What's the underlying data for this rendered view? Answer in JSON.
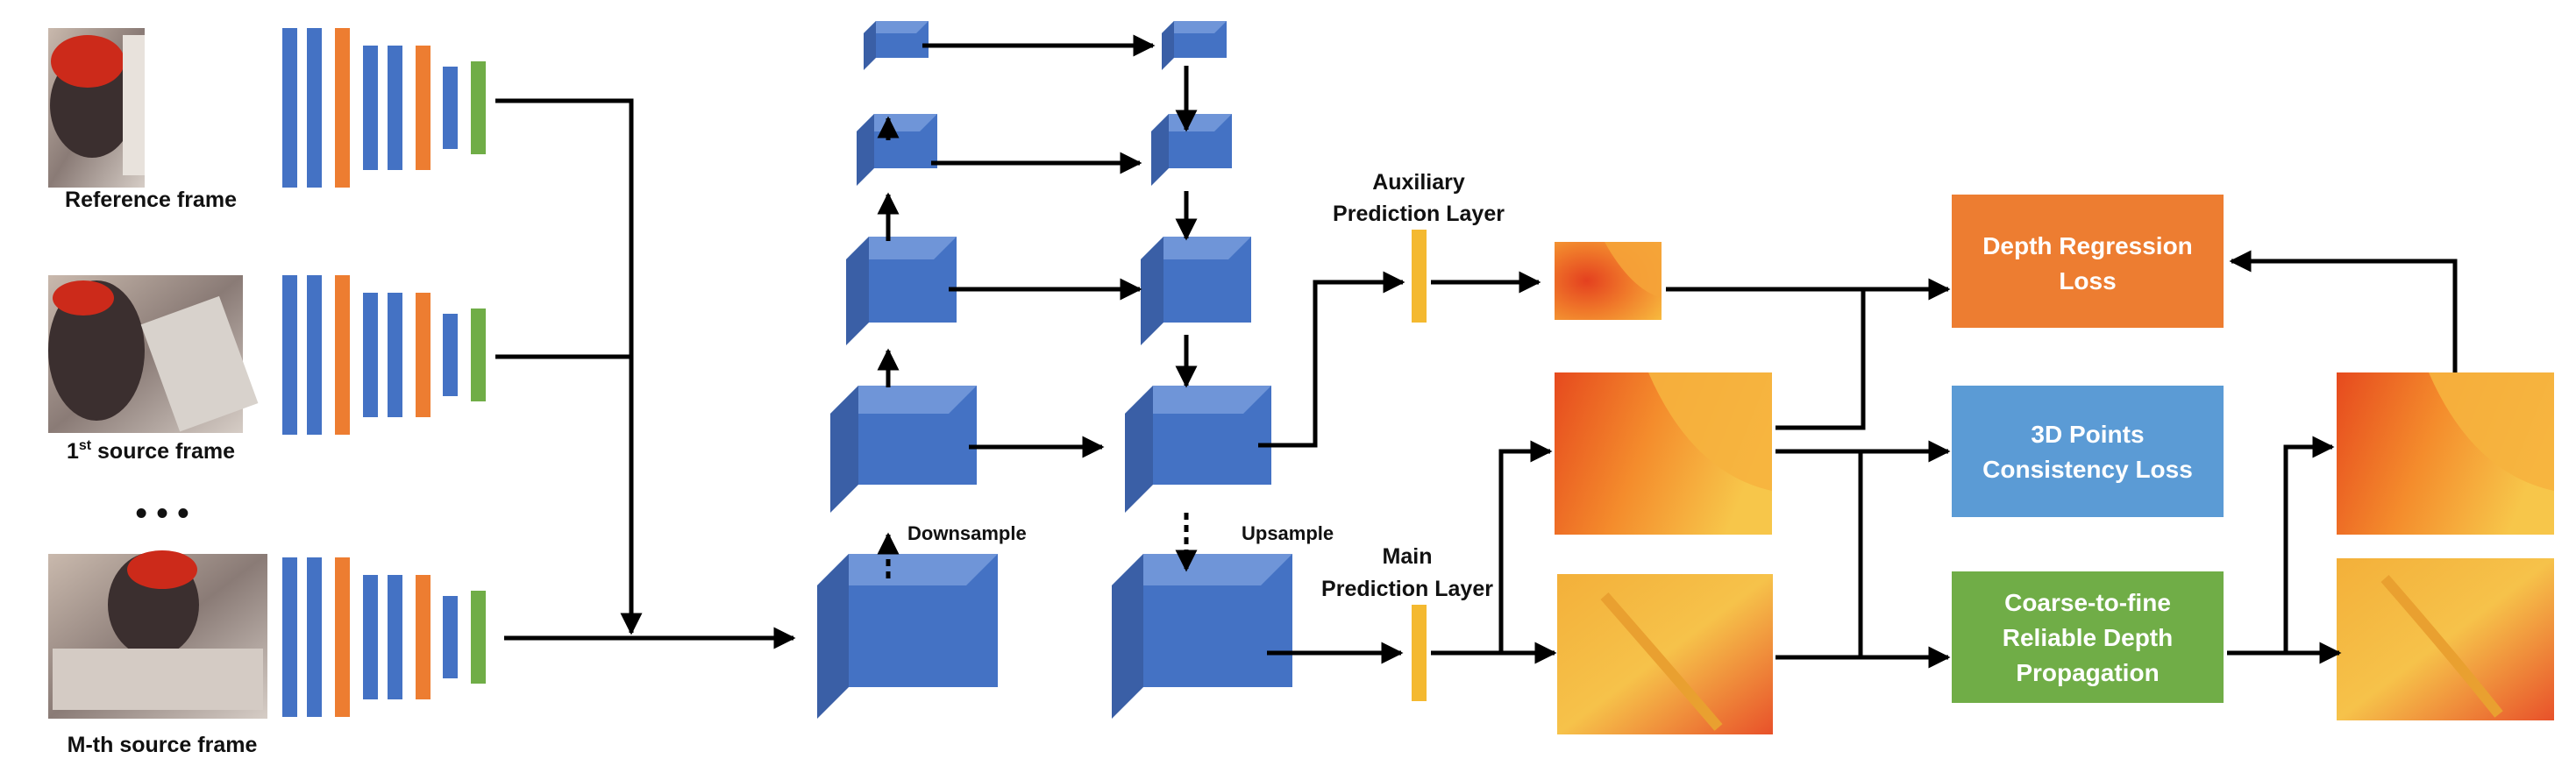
{
  "colors": {
    "cube_front": "#4472c4",
    "cube_top": "#6f95d8",
    "cube_side": "#3a5fa6",
    "bar_blue": "#4472c4",
    "bar_orange": "#ed7d31",
    "bar_green": "#70ad47",
    "pred_layer": "#f4b930",
    "depth_loss": "#ed7d31",
    "points_loss": "#5b9bd5",
    "propagation": "#70ad47",
    "arrow": "#000000"
  },
  "inputs": {
    "reference_label": "Reference frame",
    "source1_label": "1",
    "source1_sup": "st",
    "source1_rest": " source frame",
    "ellipsis": "• • •",
    "sourceM_label": "M-th source frame"
  },
  "network": {
    "downsample_label": "Downsample",
    "upsample_label": "Upsample"
  },
  "aux_layer": {
    "line1": "Auxiliary",
    "line2": "Prediction Layer"
  },
  "main_layer": {
    "line1": "Main",
    "line2": "Prediction Layer"
  },
  "losses": {
    "depth_regression": {
      "line1": "Depth Regression",
      "line2": "Loss"
    },
    "points_consistency": {
      "line1": "3D Points",
      "line2": "Consistency  Loss"
    },
    "propagation": {
      "line1": "Coarse-to-fine",
      "line2": "Reliable Depth",
      "line3": "Propagation"
    }
  }
}
